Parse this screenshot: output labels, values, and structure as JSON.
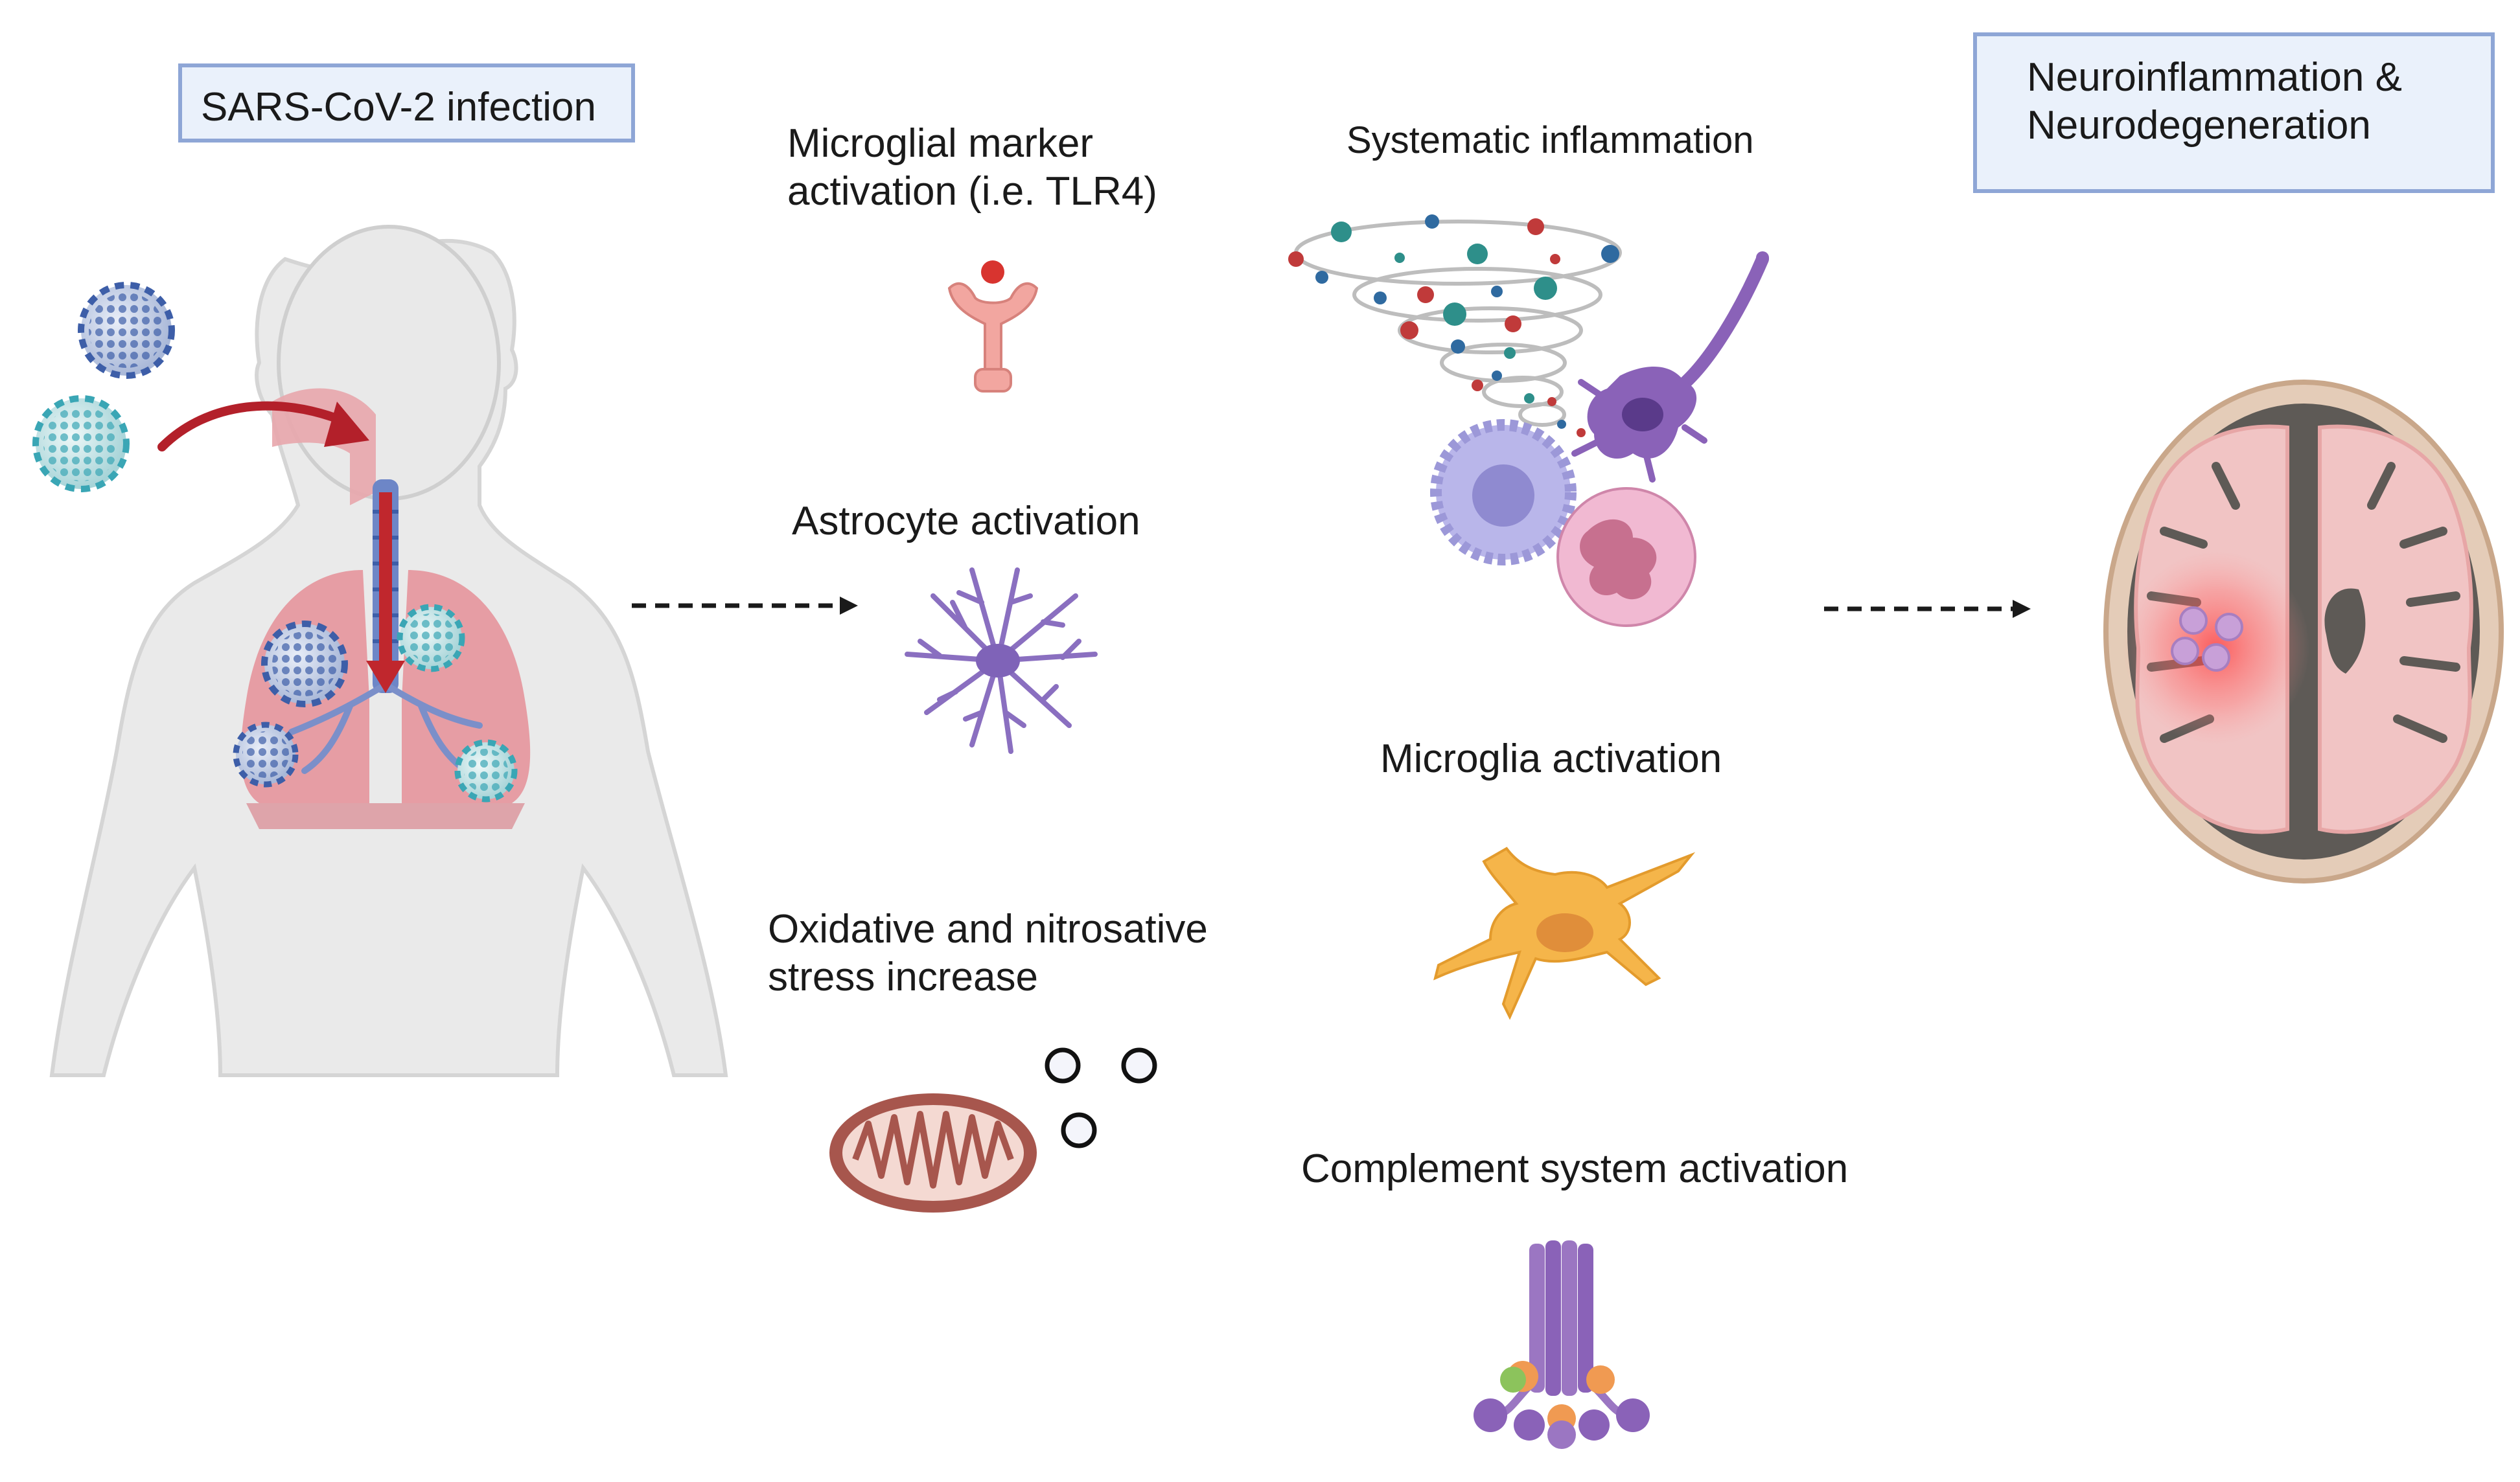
{
  "labels": {
    "infection": "SARS-CoV-2 infection",
    "outcome": "Neuroinflammation &\nNeurodegeneration",
    "microglial_marker": "Microglial marker\nactivation (i.e. TLR4)",
    "astrocyte": "Astrocyte activation",
    "oxidative": "Oxidative and nitrosative\nstress increase",
    "systemic": "Systematic inflammation",
    "microglia": "Microglia activation",
    "complement": "Complement system activation"
  },
  "colors": {
    "box_fill": "#eaf1fb",
    "box_border": "#8ea6d6",
    "virus_blue": "#3d5ea8",
    "virus_teal": "#3aa6b5",
    "arrow_red": "#b3202a",
    "body_gray": "#e6e6e6",
    "lung_pink": "#e58f98",
    "astrocyte_purple": "#8a6fc0",
    "microglia_orange": "#f3b54a",
    "brain_pink": "#f1c4c4",
    "mito_brown": "#a7564d"
  },
  "icons": [
    "virus-icon",
    "human-body-icon",
    "lungs-icon",
    "tlr4-receptor-icon",
    "astrocyte-icon",
    "mitochondrion-icon",
    "ros-bubble-icon",
    "cytokine-storm-icon",
    "neuron-icon",
    "macrophage-icon",
    "neutrophil-icon",
    "microglia-icon",
    "complement-complex-icon",
    "brain-section-icon",
    "dashed-arrow-icon"
  ]
}
